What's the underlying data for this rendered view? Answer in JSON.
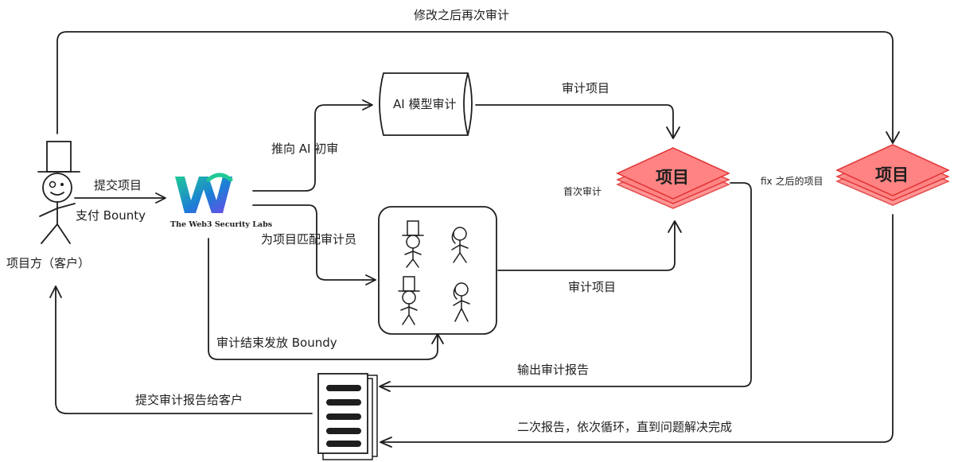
{
  "labels": {
    "loop_top": "修改之后再次审计",
    "submit_project": "提交项目",
    "pay_bounty": "支付 Bounty",
    "client": "项目方（客户）",
    "logo_text": "The Web3 Security Labs",
    "push_ai": "推向 AI 初审",
    "ai_model": "AI 模型审计",
    "audit_project_top": "审计项目",
    "match_auditors": "为项目匹配审计员",
    "audit_project_bottom": "审计项目",
    "project_first": "项目",
    "first_audit": "首次审计",
    "fix_after": "fix 之后的项目",
    "project_second": "项目",
    "bounty_release": "审计结束发放 Boundy",
    "output_report": "输出审计报告",
    "submit_report": "提交审计报告给客户",
    "second_report": "二次报告，依次循环，直到问题解决完成"
  },
  "colors": {
    "stroke": "#1e1e1e",
    "project_fill": "#ff8383",
    "project_stroke": "#e03131",
    "logo_blue": "#1c7ed6",
    "logo_teal": "#20c997"
  }
}
